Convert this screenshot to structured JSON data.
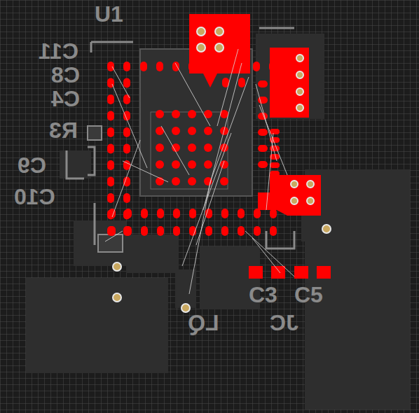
{
  "diagram": {
    "labels": [
      "U1",
      "C11",
      "C8",
      "C4",
      "R3",
      "C9",
      "C10",
      "C3",
      "C5",
      "LQ",
      "JC"
    ]
  }
}
